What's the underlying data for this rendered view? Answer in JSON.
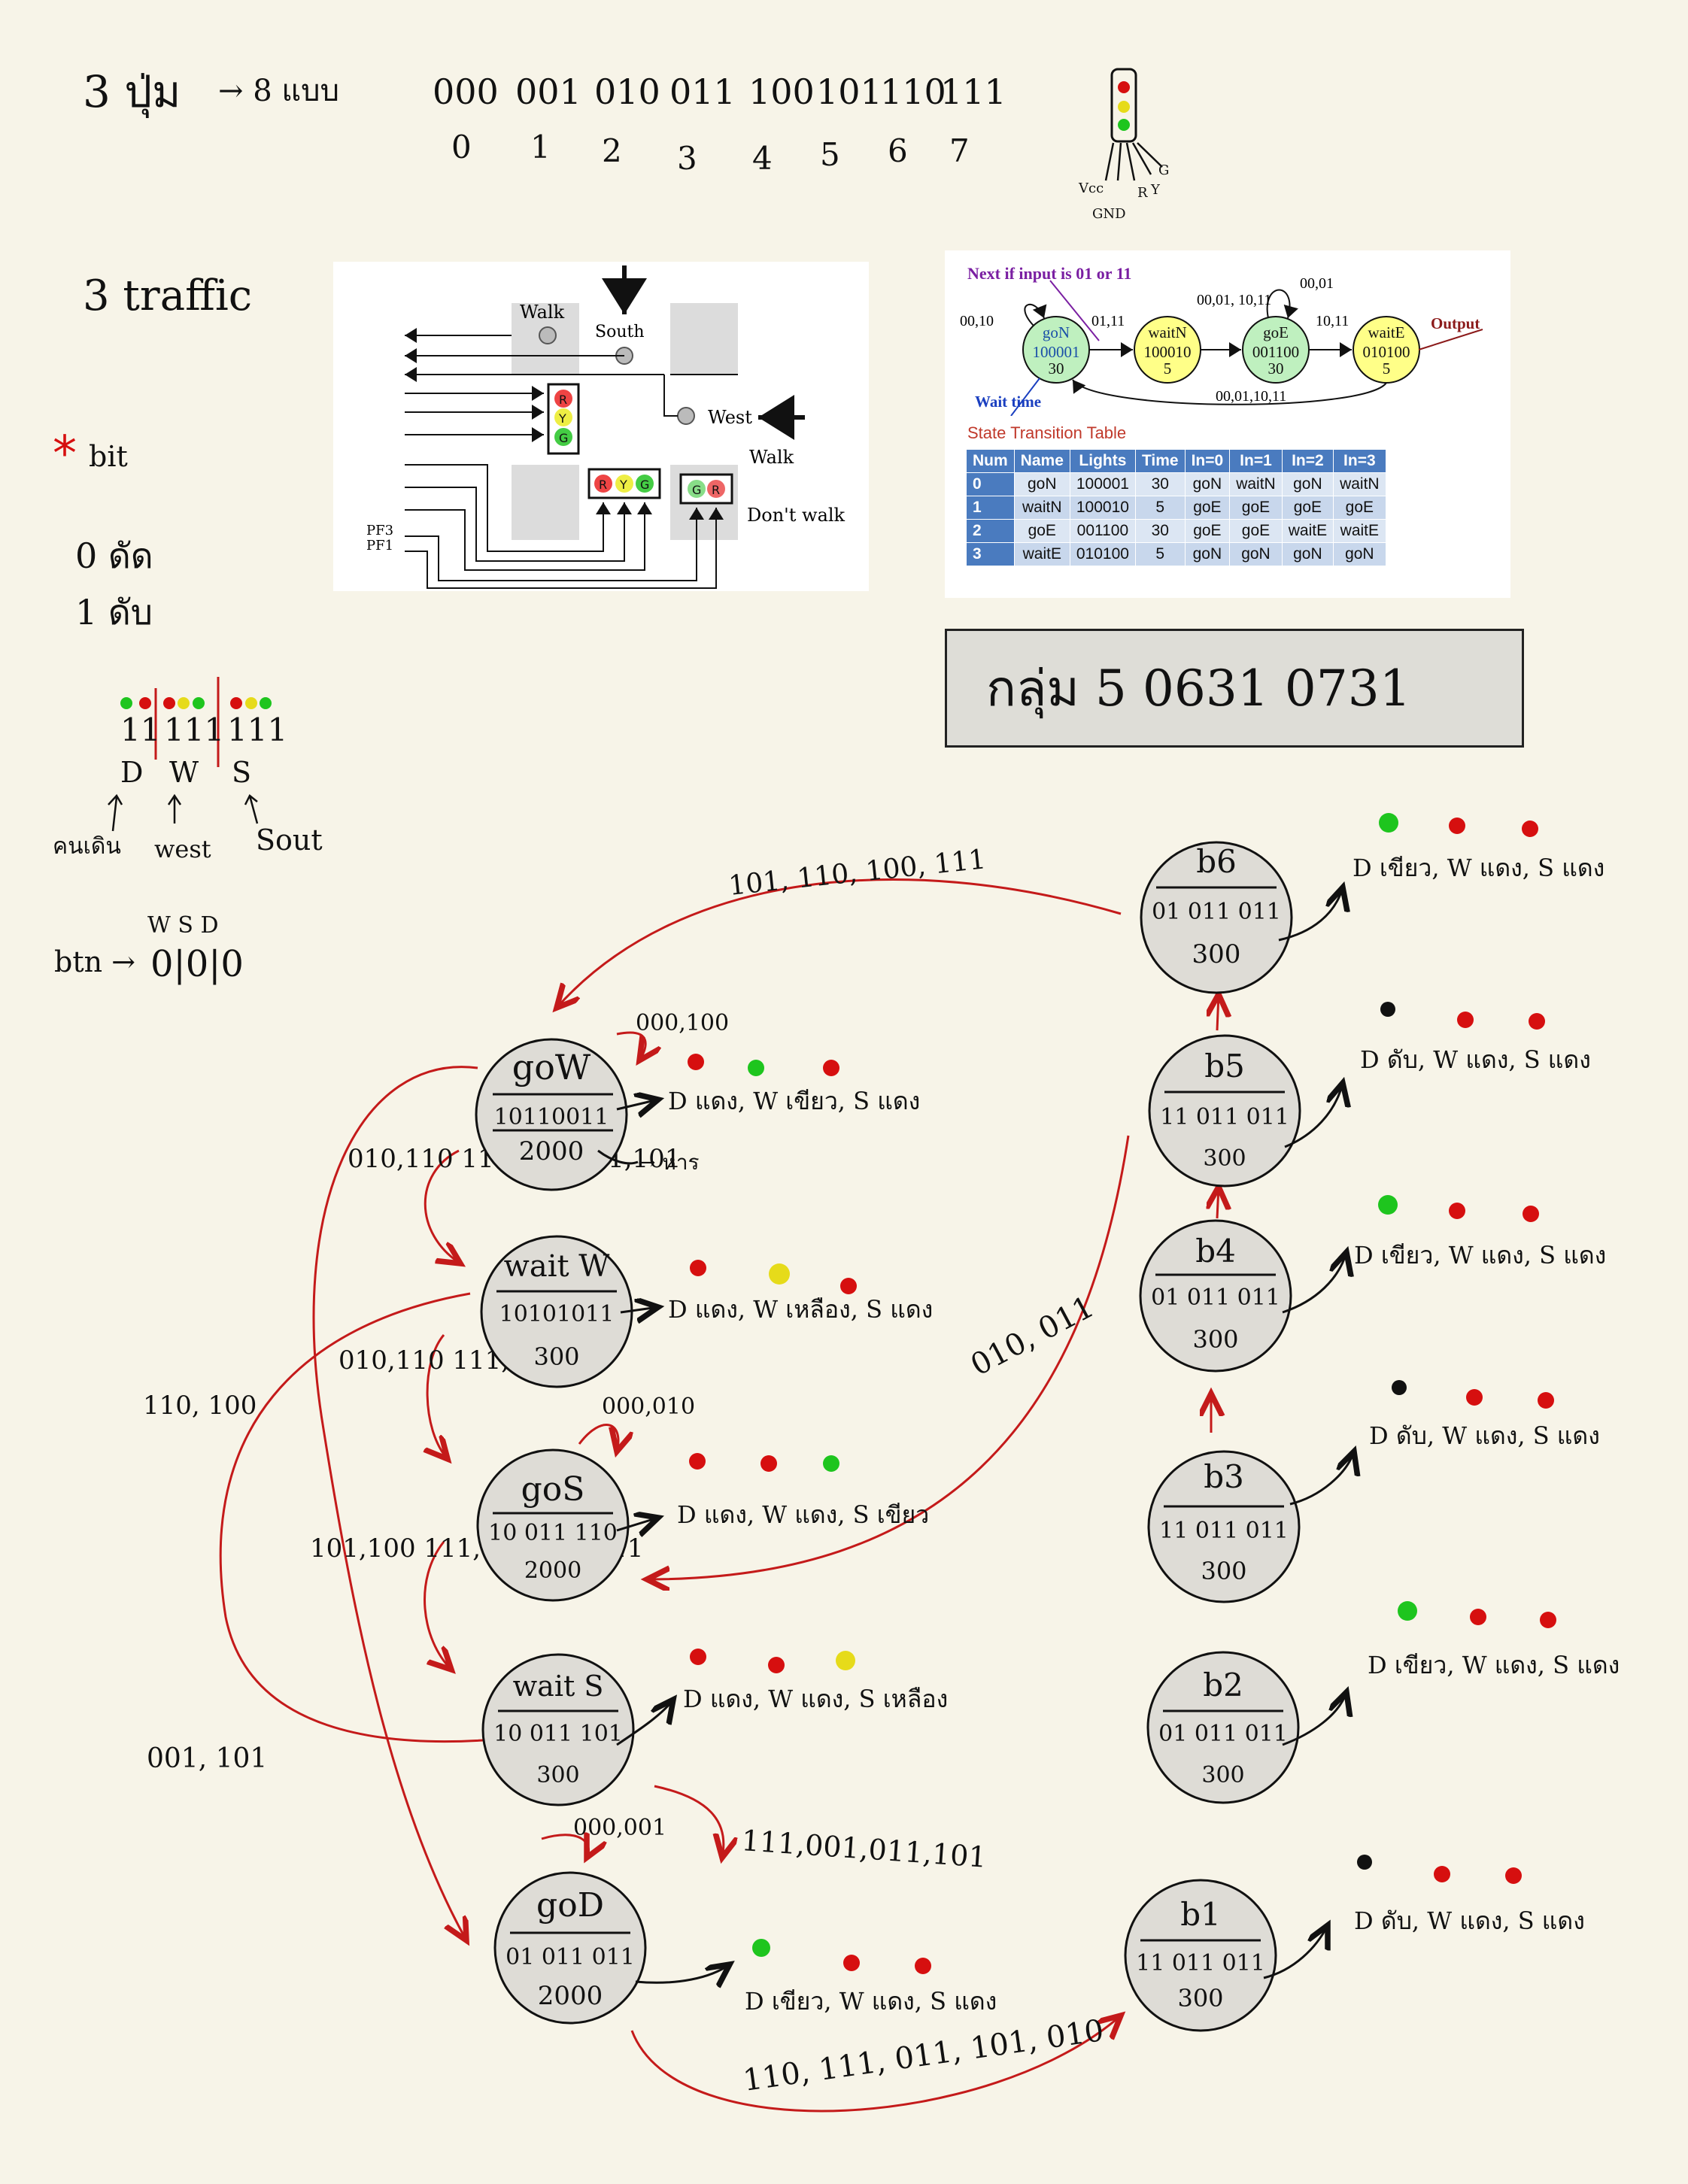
{
  "notes": {
    "buttons_line": "3 ปุ่ม",
    "arrow_8": "→ 8 แบบ",
    "codes": [
      "000",
      "001",
      "010",
      "011",
      "100",
      "101",
      "110",
      "111"
    ],
    "code_indices": [
      "0",
      "1",
      "2",
      "3",
      "4",
      "5",
      "6",
      "7"
    ],
    "traffic": "3 traffic",
    "bit_label": "bit",
    "bit_star": "*",
    "bit_0": "0 ดัด",
    "bit_1": "1 ดับ",
    "lamp_bits": [
      "11",
      "111",
      "111"
    ],
    "lamp_letters": [
      "D",
      "W",
      "S"
    ],
    "lamp_captions": [
      "คนเดิน",
      "west",
      "Sout"
    ],
    "btn_label": "btn →",
    "btn_bits": "0|0|0",
    "btn_letters": "W S D",
    "pin_labels": [
      "Vcc",
      "R",
      "Y",
      "G",
      "GND"
    ]
  },
  "intersection_figure": {
    "labels": [
      "Walk",
      "South",
      "West",
      "Walk",
      "Don't walk",
      "PF3",
      "PF1"
    ],
    "light_letters": [
      "R",
      "Y",
      "G"
    ],
    "walk_letters": [
      "G",
      "R"
    ]
  },
  "fsm_figure": {
    "hint": "Next if input is 01 or 11",
    "wait_time": "Wait time",
    "output": "Output",
    "states": [
      {
        "name": "goN",
        "code": "100001",
        "time": "30"
      },
      {
        "name": "waitN",
        "code": "100010",
        "time": "5"
      },
      {
        "name": "goE",
        "code": "001100",
        "time": "30"
      },
      {
        "name": "waitE",
        "code": "010100",
        "time": "5"
      }
    ],
    "edge_labels": [
      "00,10",
      "01,11",
      "00,01, 10,11",
      "00,01",
      "10,11",
      "00,01,10,11"
    ],
    "table_title": "State Transition Table",
    "table_headers": [
      "Num",
      "Name",
      "Lights",
      "Time",
      "In=0",
      "In=1",
      "In=2",
      "In=3"
    ],
    "table_rows": [
      [
        "0",
        "goN",
        "100001",
        "30",
        "goN",
        "waitN",
        "goN",
        "waitN"
      ],
      [
        "1",
        "waitN",
        "100010",
        "5",
        "goE",
        "goE",
        "goE",
        "goE"
      ],
      [
        "2",
        "goE",
        "001100",
        "30",
        "goE",
        "goE",
        "waitE",
        "waitE"
      ],
      [
        "3",
        "waitE",
        "010100",
        "5",
        "goN",
        "goN",
        "goN",
        "goN"
      ]
    ]
  },
  "group_box": "กลุ่ม 5    0631    0731",
  "state_machine": {
    "states": [
      {
        "name": "goW",
        "code": "10110011",
        "time": "2000",
        "output": "D แดง, W เขียว, S แดง"
      },
      {
        "name": "wait W",
        "code": "10101011",
        "time": "300",
        "output": "D แดง, W เหลือง, S แดง"
      },
      {
        "name": "goS",
        "code": "10 011 110",
        "time": "2000",
        "output": "D แดง, W แดง, S เขียว"
      },
      {
        "name": "wait S",
        "code": "10 011 101",
        "time": "300",
        "output": "D แดง, W แดง, S เหลือง"
      },
      {
        "name": "goD",
        "code": "01 011 011",
        "time": "2000",
        "output": "D เขียว, W แดง, S แดง"
      },
      {
        "name": "b1",
        "code": "11 011 011",
        "time": "300",
        "output": "D ดับ, W แดง, S แดง"
      },
      {
        "name": "b2",
        "code": "01 011 011",
        "time": "300",
        "output": "D เขียว, W แดง, S แดง"
      },
      {
        "name": "b3",
        "code": "11 011 011",
        "time": "300",
        "output": "D ดับ, W แดง, S แดง"
      },
      {
        "name": "b4",
        "code": "01 011 011",
        "time": "300",
        "output": "D เขียว, W แดง, S แดง"
      },
      {
        "name": "b5",
        "code": "11 011 011",
        "time": "300",
        "output": "D ดับ, W แดง, S แดง"
      },
      {
        "name": "b6",
        "code": "01 011 011",
        "time": "300",
        "output": "D เขียว, W แดง, S แดง"
      }
    ],
    "transitions": [
      {
        "label": "101, 110, 100, 111"
      },
      {
        "label": "000,100"
      },
      {
        "label": "010,110 111,001 011,101"
      },
      {
        "label": "010,110 111,011"
      },
      {
        "label": "000,010"
      },
      {
        "label": "101,100 111,110 001,011"
      },
      {
        "label": "000,001"
      },
      {
        "label": "111,001,011,101"
      },
      {
        "label": "110, 100"
      },
      {
        "label": "001, 101"
      },
      {
        "label": "010, 011"
      },
      {
        "label": "110, 111, 011, 101, 010"
      }
    ],
    "side_note": "→ หาร"
  },
  "colors": {
    "red": "#d60f0f",
    "green": "#1ec51e",
    "yellow": "#e6db1a",
    "black": "#111111",
    "state_fill": "#dedcd6",
    "arrow_red": "#c41a1a"
  }
}
